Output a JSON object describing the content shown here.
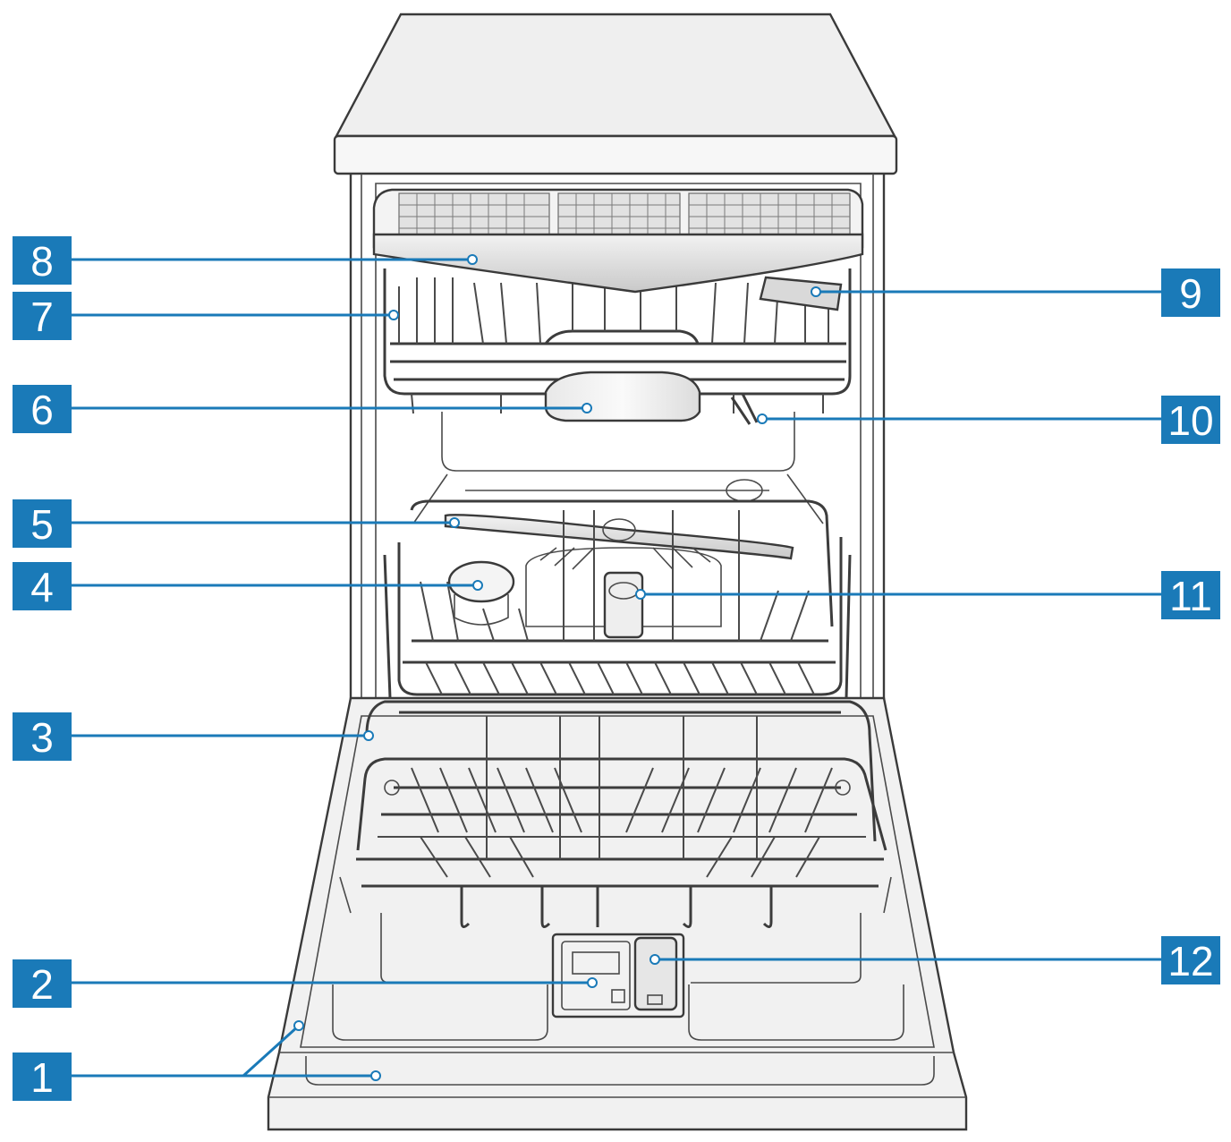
{
  "callouts": [
    {
      "id": "1",
      "label": "1"
    },
    {
      "id": "2",
      "label": "2"
    },
    {
      "id": "3",
      "label": "3"
    },
    {
      "id": "4",
      "label": "4"
    },
    {
      "id": "5",
      "label": "5"
    },
    {
      "id": "6",
      "label": "6"
    },
    {
      "id": "7",
      "label": "7"
    },
    {
      "id": "8",
      "label": "8"
    },
    {
      "id": "9",
      "label": "9"
    },
    {
      "id": "10",
      "label": "10"
    },
    {
      "id": "11",
      "label": "11"
    },
    {
      "id": "12",
      "label": "12"
    }
  ],
  "colors": {
    "callout_blue": "#1a7ab8",
    "appliance_fill": "#f4f4f4",
    "outline": "#3a3a3a"
  }
}
